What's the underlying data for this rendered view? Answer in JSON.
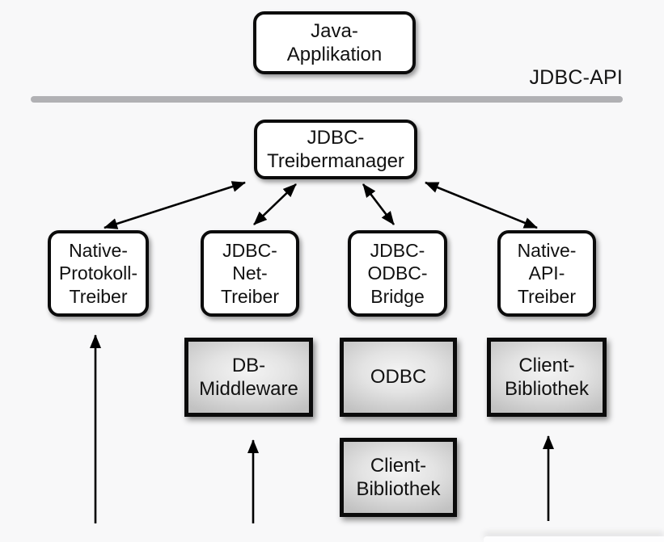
{
  "api_layer": {
    "label": "JDBC-API"
  },
  "nodes": {
    "java_application": {
      "label": "Java-\nApplikation"
    },
    "jdbc_treibermanager": {
      "label": "JDBC-\nTreibermanager"
    },
    "native_protokoll_treiber": {
      "label": "Native-\nProtokoll-\nTreiber"
    },
    "jdbc_net_treiber": {
      "label": "JDBC-\nNet-\nTreiber"
    },
    "jdbc_odbc_bridge": {
      "label": "JDBC-\nODBC-\nBridge"
    },
    "native_api_treiber": {
      "label": "Native-\nAPI-\nTreiber"
    },
    "db_middleware": {
      "label": "DB-\nMiddleware"
    },
    "odbc": {
      "label": "ODBC"
    },
    "client_bibliothek_native_api": {
      "label": "Client-\nBibliothek"
    },
    "client_bibliothek_odbc": {
      "label": "Client-\nBibliothek"
    }
  },
  "colors": {
    "background": "#f8f8f9",
    "box_fill": "#ffffff",
    "box_border": "#0b0b0b",
    "gray_box_center": "#f4f4f4",
    "gray_box_edge": "#c2c2c2",
    "divider": "#b1b1b4",
    "text": "#111111",
    "arrow": "#000000"
  }
}
